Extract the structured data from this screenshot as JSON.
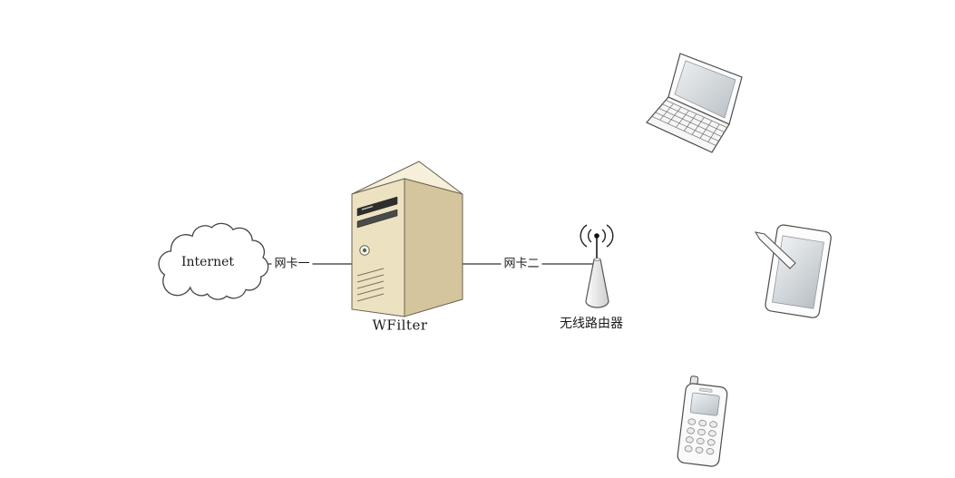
{
  "diagram": {
    "labels": {
      "internet": "Internet",
      "nic1": "网卡一",
      "nic2": "网卡二",
      "server": "WFilter",
      "router": "无线路由器"
    },
    "colors": {
      "server_front": "#ece2c2",
      "server_side": "#d4c59c",
      "server_top": "#f6f0da",
      "connector_line": "#333333",
      "device_outline": "#4d4d4d"
    }
  }
}
